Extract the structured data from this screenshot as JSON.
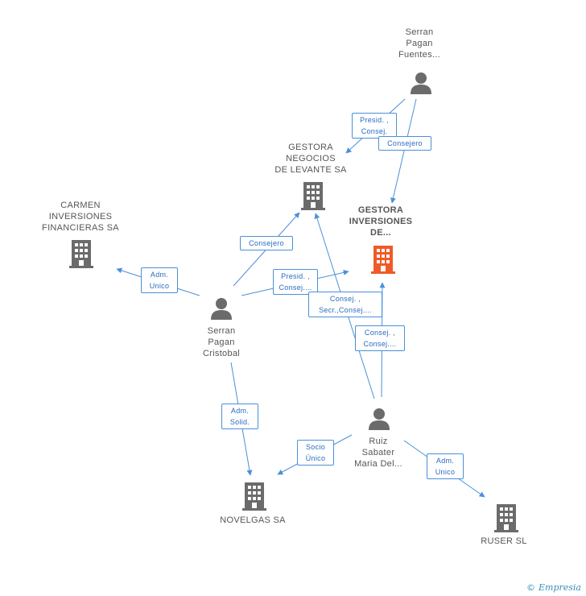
{
  "colors": {
    "edge": "#4a90d9",
    "company": "#6b6b6b",
    "focus_company": "#f05a28",
    "person": "#6b6b6b"
  },
  "nodes": {
    "serran_pagan_fuentes": {
      "lines": [
        "Serran",
        "Pagan",
        "Fuentes..."
      ],
      "icon": "person-icon"
    },
    "gestora_negocios": {
      "lines": [
        "GESTORA",
        "NEGOCIOS",
        "DE LEVANTE SA"
      ],
      "icon": "building-icon"
    },
    "gestora_inversiones": {
      "lines": [
        "GESTORA",
        "INVERSIONES",
        "DE..."
      ],
      "icon": "building-icon"
    },
    "carmen_inversiones": {
      "lines": [
        "CARMEN",
        "INVERSIONES",
        "FINANCIERAS SA"
      ],
      "icon": "building-icon"
    },
    "serran_pagan_cristobal": {
      "lines": [
        "Serran",
        "Pagan",
        "Cristobal"
      ],
      "icon": "person-icon"
    },
    "ruiz_sabater": {
      "lines": [
        "Ruiz",
        "Sabater",
        "Maria Del..."
      ],
      "icon": "person-icon"
    },
    "novelgas": {
      "lines": [
        "NOVELGAS SA"
      ],
      "icon": "building-icon"
    },
    "ruser": {
      "lines": [
        "RUSER SL"
      ],
      "icon": "building-icon"
    }
  },
  "edges": {
    "e1": [
      "Presid. ,",
      "Consej."
    ],
    "e2": [
      "Consejero"
    ],
    "e3": [
      "Consejero"
    ],
    "e4": [
      "Adm.",
      "Unico"
    ],
    "e5": [
      "Presid. ,",
      "Consej...."
    ],
    "e6": [
      "Consej. ,",
      "Secr.,Consej...."
    ],
    "e7": [
      "Consej. ,",
      "Consej...."
    ],
    "e8": [
      "Adm.",
      "Solid."
    ],
    "e9": [
      "Socio",
      "Único"
    ],
    "e10": [
      "Adm.",
      "Unico"
    ]
  },
  "brand": {
    "copyright": "©",
    "name": "Empresia"
  }
}
